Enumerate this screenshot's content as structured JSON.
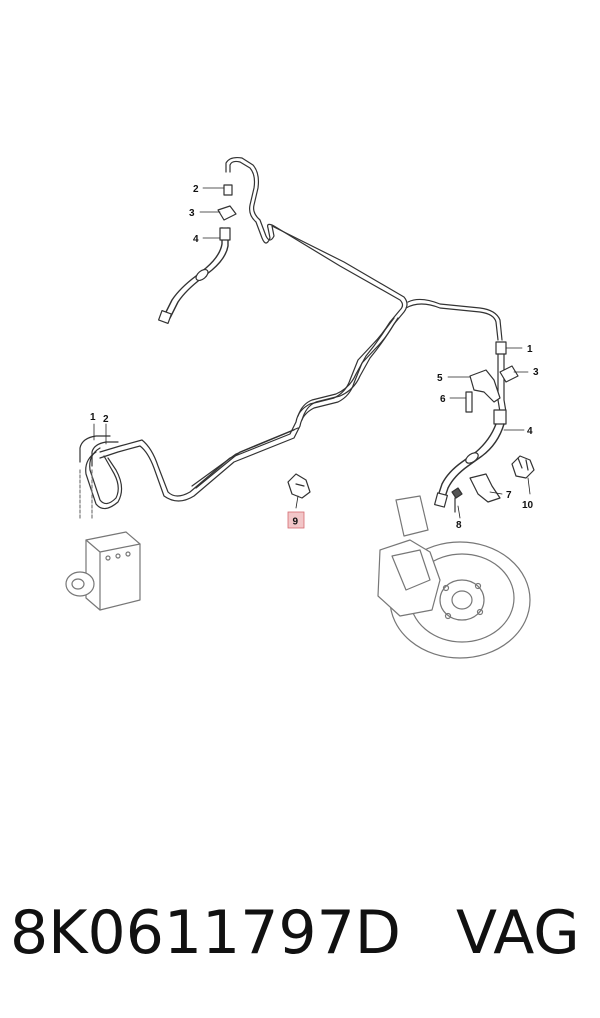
{
  "diagram": {
    "callouts": [
      {
        "id": "c-top-2",
        "label": "2"
      },
      {
        "id": "c-top-3",
        "label": "3"
      },
      {
        "id": "c-top-4",
        "label": "4"
      },
      {
        "id": "c-left-1",
        "label": "1"
      },
      {
        "id": "c-left-2",
        "label": "2"
      },
      {
        "id": "c-right-1",
        "label": "1"
      },
      {
        "id": "c-right-3",
        "label": "3"
      },
      {
        "id": "c-right-5",
        "label": "5"
      },
      {
        "id": "c-right-6",
        "label": "6"
      },
      {
        "id": "c-right-4",
        "label": "4"
      },
      {
        "id": "c-right-7",
        "label": "7"
      },
      {
        "id": "c-right-8",
        "label": "8"
      },
      {
        "id": "c-right-10",
        "label": "10"
      },
      {
        "id": "c-highlight-9",
        "label": "9"
      }
    ],
    "highlight_color": "#f2c6c8",
    "highlight_border": "#d46a70"
  },
  "footer": {
    "part_number": "8K0611797D",
    "brand": "VAG"
  }
}
